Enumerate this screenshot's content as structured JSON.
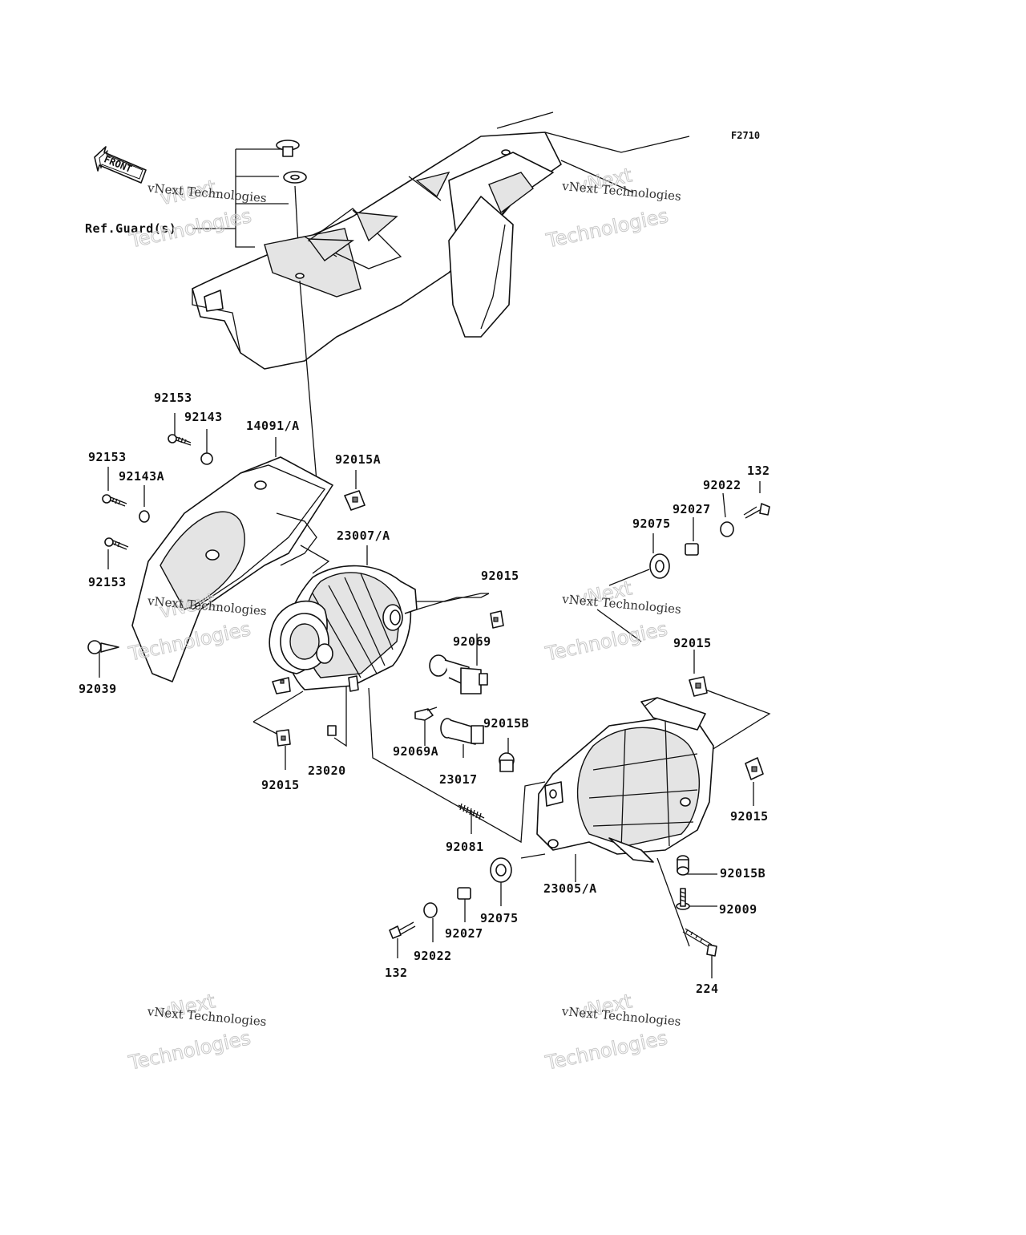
{
  "figure_code": "F2710",
  "front_arrow_label": "FRONT",
  "ref_label": "Ref.Guard(s)",
  "watermark": {
    "line1": "vNext Technologies",
    "line2": "Technologies",
    "arc": "vNext"
  },
  "parts": {
    "p92153_a": "92153",
    "p92143": "92143",
    "p14091": "14091/A",
    "p92153_b": "92153",
    "p92143a": "92143A",
    "p92015a": "92015A",
    "p23007": "23007/A",
    "p92153_c": "92153",
    "p92039": "92039",
    "p92015_top": "92015",
    "p92069": "92069",
    "p92015_left": "92015",
    "p23020": "23020",
    "p92069a": "92069A",
    "p23017": "23017",
    "p92015b_top": "92015B",
    "p92081": "92081",
    "p132_top": "132",
    "p92022_top": "92022",
    "p92027_top": "92027",
    "p92075_top": "92075",
    "p92015_right_top": "92015",
    "p92015_right": "92015",
    "p92015b_bottom": "92015B",
    "p92009": "92009",
    "p23005": "23005/A",
    "p92075_bottom": "92075",
    "p92027_bottom": "92027",
    "p92022_bottom": "92022",
    "p132_bottom": "132",
    "p224": "224"
  }
}
